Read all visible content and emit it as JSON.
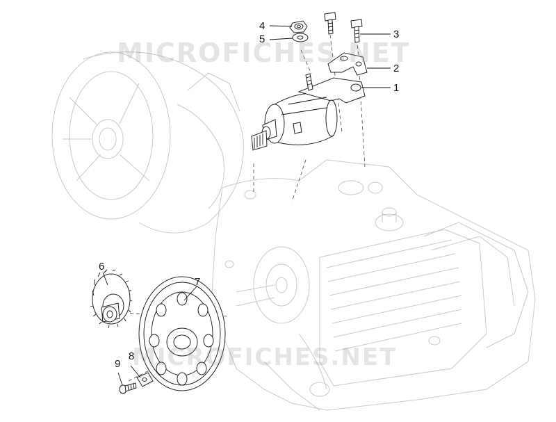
{
  "watermarks": [
    "MICROFICHES.NET",
    "MICROFICHES.NET"
  ],
  "parts": [
    {
      "id": "p1",
      "number": "1"
    },
    {
      "id": "p2",
      "number": "2"
    },
    {
      "id": "p3",
      "number": "3"
    },
    {
      "id": "p4",
      "number": "4"
    },
    {
      "id": "p5",
      "number": "5"
    },
    {
      "id": "p6",
      "number": "6"
    },
    {
      "id": "p7",
      "number": "7"
    },
    {
      "id": "p8",
      "number": "8"
    },
    {
      "id": "p9",
      "number": "9"
    }
  ],
  "colors": {
    "line": "#111111",
    "ghost": "#c9c9c9",
    "watermark": "#787878"
  }
}
